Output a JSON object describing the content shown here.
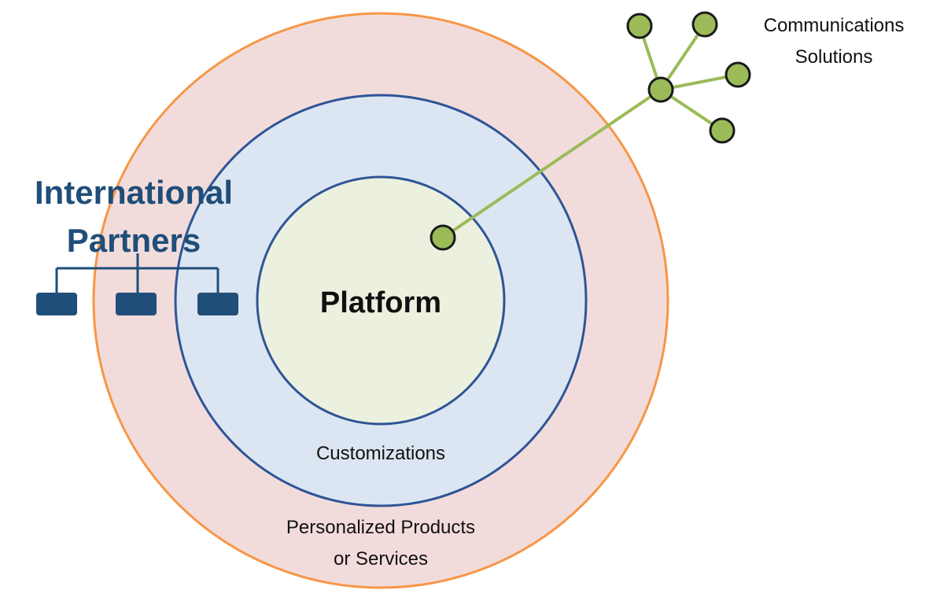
{
  "diagram": {
    "platform": {
      "label": "Platform"
    },
    "customizations": {
      "label": "Customizations"
    },
    "personalized": {
      "line1": "Personalized Products",
      "line2": "or Services"
    },
    "international_partners": {
      "line1": "International",
      "line2": "Partners",
      "node_count": 3
    },
    "communications": {
      "line1": "Communications",
      "line2": "Solutions",
      "leaf_node_count": 4
    }
  },
  "colors": {
    "outer_ring_fill": "#F2DCDB",
    "outer_ring_stroke": "#F79646",
    "middle_ring_fill": "#DCE6F2",
    "middle_ring_stroke": "#2F5597",
    "inner_circle_fill": "#EBF1DE",
    "inner_circle_stroke": "#2F5597",
    "partner_blue": "#1F4E79",
    "network_green": "#9BBB59",
    "node_outline": "#1A1A1A"
  }
}
